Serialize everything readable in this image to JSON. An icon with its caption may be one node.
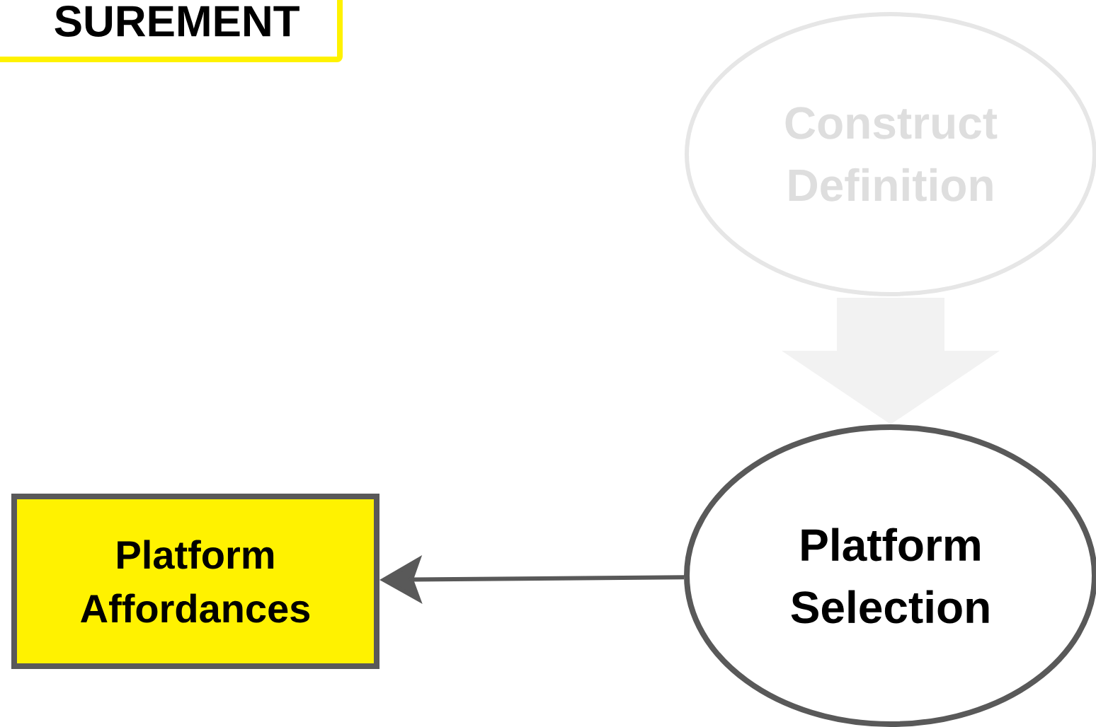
{
  "diagram": {
    "nodes": [
      {
        "text": [
          "SUREMENT"
        ]
      },
      {
        "text": [
          "Construct Definition"
        ]
      },
      {
        "text": [
          "Platform Selection"
        ]
      },
      {
        "text": [
          "Platform Affordances"
        ]
      }
    ],
    "edges": [
      {
        "from": 1,
        "to": 2,
        "arrow": "to",
        "style": "thick",
        "color": "#f2f2f2"
      },
      {
        "from": 2,
        "to": 3,
        "arrow": "to",
        "color": "#595959"
      }
    ]
  }
}
